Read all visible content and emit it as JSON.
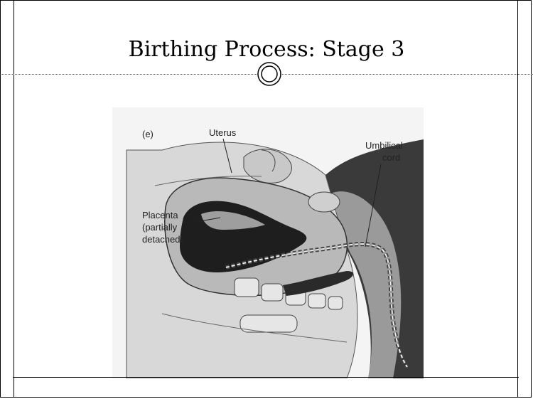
{
  "slide": {
    "title": "Birthing Process: Stage 3"
  },
  "figure": {
    "panel_label": "(e)",
    "labels": {
      "uterus": "Uterus",
      "umbilical_line1": "Umbilical",
      "umbilical_line2": "cord",
      "placenta_line1": "Placenta",
      "placenta_line2": "(partially",
      "placenta_line3": "detached)"
    }
  }
}
